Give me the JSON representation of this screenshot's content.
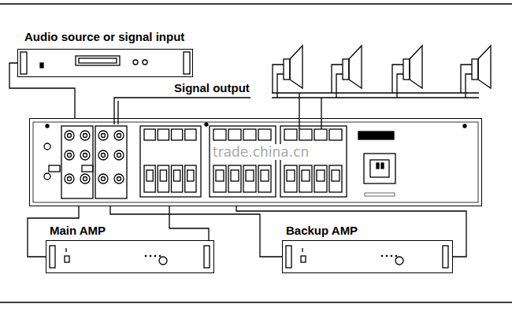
{
  "diagram": {
    "nodes": [
      {
        "text": [
          "Audio source or signal input"
        ]
      },
      {
        "text": [
          "Signal output"
        ]
      },
      {
        "text": [
          "Main AMP"
        ]
      },
      {
        "text": [
          "Backup AMP"
        ]
      }
    ],
    "edges": [
      {
        "from": 0,
        "to": 1,
        "arrow": "none"
      },
      {
        "from": 1,
        "to": 2,
        "arrow": "none"
      },
      {
        "from": 2,
        "to": 1,
        "arrow": "none"
      },
      {
        "from": 1,
        "to": 3,
        "arrow": "none"
      },
      {
        "from": 3,
        "to": 1,
        "arrow": "none"
      }
    ],
    "labels": [
      "trade.china.cn"
    ]
  }
}
